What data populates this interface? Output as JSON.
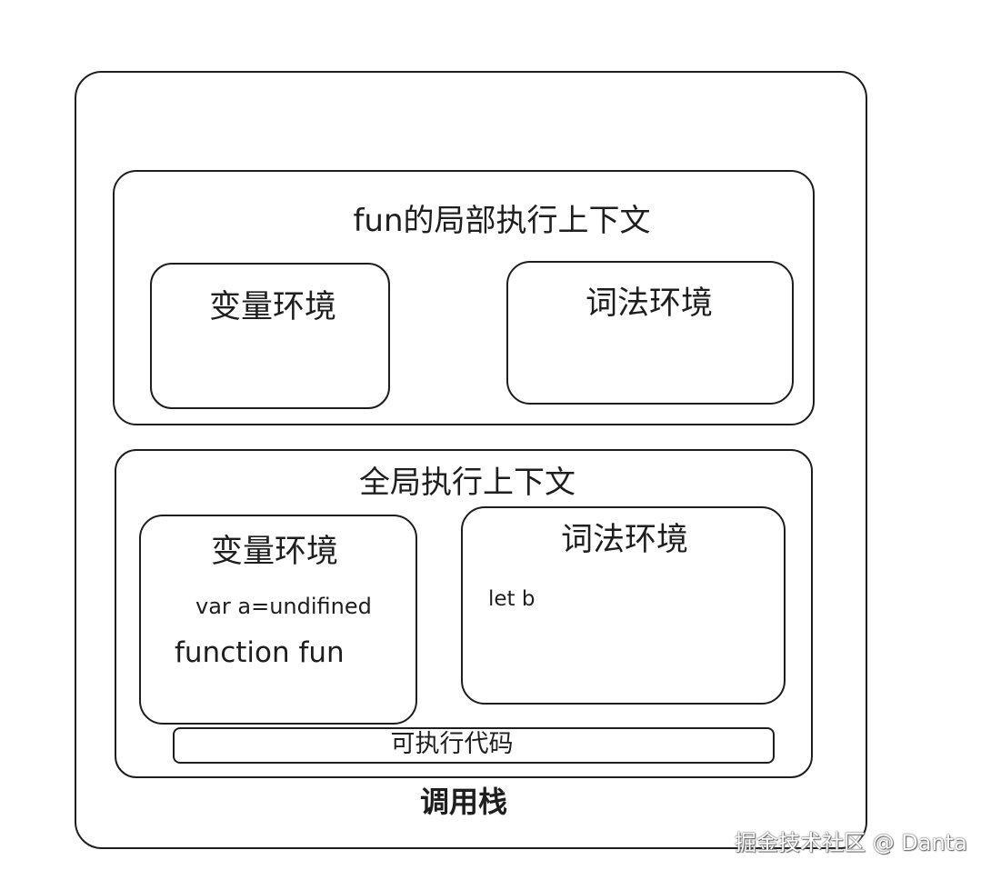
{
  "call_stack": {
    "label": "调用栈",
    "fun_context": {
      "title": "fun的局部执行上下文",
      "variable_env": {
        "title": "变量环境"
      },
      "lexical_env": {
        "title": "词法环境"
      }
    },
    "global_context": {
      "title": "全局执行上下文",
      "variable_env": {
        "title": "变量环境",
        "entries": [
          "var a=undifined",
          "function fun"
        ]
      },
      "lexical_env": {
        "title": "词法环境",
        "entries": [
          "let b"
        ]
      },
      "executable_code": "可执行代码"
    }
  },
  "watermark": "掘金技术社区 @ Danta"
}
